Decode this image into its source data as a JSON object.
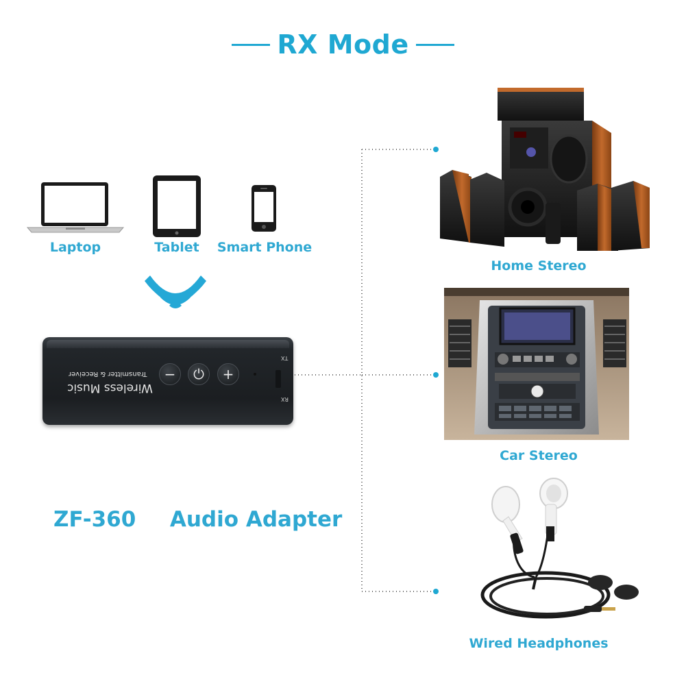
{
  "title": "RX Mode",
  "sources": [
    {
      "label": "Laptop",
      "icon": "laptop-icon"
    },
    {
      "label": "Tablet",
      "icon": "tablet-icon"
    },
    {
      "label": "Smart Phone",
      "icon": "smartphone-icon"
    }
  ],
  "wireless_icon": "wireless-signal-icon",
  "adapter": {
    "brand_text": "Wireless Music",
    "sub_text": "Transmitter & Receiver",
    "tx_label": "TX",
    "rx_label": "RX",
    "buttons": [
      "−",
      "⏻",
      "+"
    ]
  },
  "model": {
    "code": "ZF-360",
    "name": "Audio Adapter"
  },
  "outputs": [
    {
      "label": "Home Stereo"
    },
    {
      "label": "Car Stereo"
    },
    {
      "label": "Wired Headphones"
    }
  ],
  "colors": {
    "accent": "#1fa8d2",
    "connector": "#555555",
    "dot": "#1fa8d2"
  }
}
